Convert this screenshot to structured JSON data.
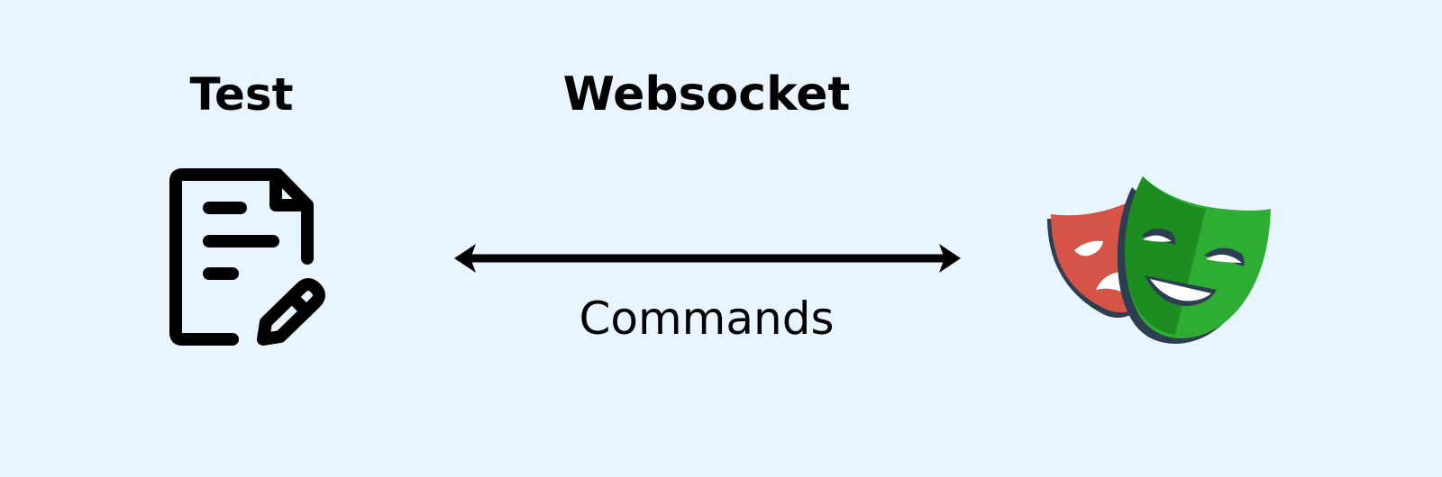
{
  "diagram": {
    "background_color": "#e8f5ff",
    "nodes": {
      "test": {
        "label": "Test",
        "icon": "document-edit-icon"
      },
      "playwright": {
        "icon": "playwright-masks-icon",
        "colors": {
          "red_mask": "#d65348",
          "green_mask": "#2ead33",
          "green_mask_shade": "#1d8d22",
          "outline": "#2c3e50"
        }
      }
    },
    "connection": {
      "title": "Websocket",
      "label": "Commands",
      "direction": "bidirectional",
      "arrow_color": "#000000"
    }
  }
}
